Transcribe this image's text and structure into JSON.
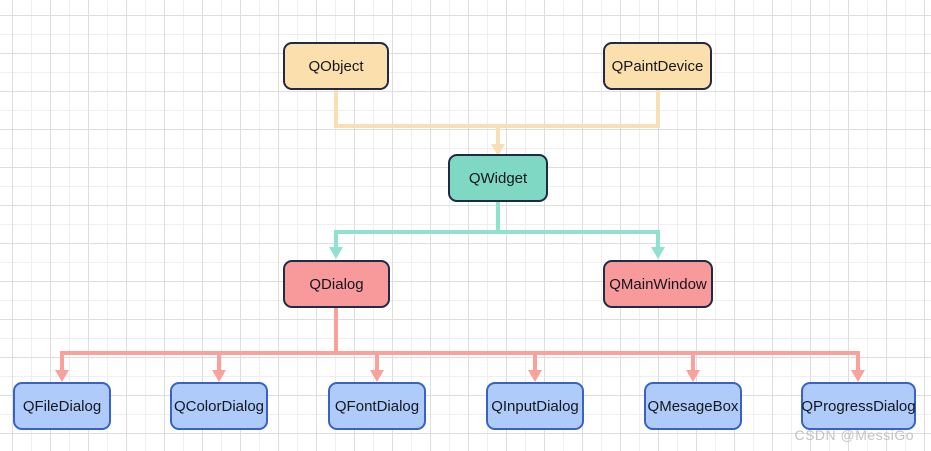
{
  "diagram": {
    "watermark": "CSDN @MessiGo",
    "nodes": {
      "qobject": {
        "label": "QObject"
      },
      "qpaintdevice": {
        "label": "QPaintDevice"
      },
      "qwidget": {
        "label": "QWidget"
      },
      "qdialog": {
        "label": "QDialog"
      },
      "qmainwindow": {
        "label": "QMainWindow"
      },
      "qfiledialog": {
        "label": "QFileDialog"
      },
      "qcolordialog": {
        "label": "QColorDialog"
      },
      "qfontdialog": {
        "label": "QFontDialog"
      },
      "qinputdialog": {
        "label": "QInputDialog"
      },
      "qmesagebox": {
        "label": "QMesageBox"
      },
      "qprogressdialog": {
        "label": "QProgressDialog"
      }
    },
    "edges": [
      {
        "from": "QObject",
        "to": "QWidget"
      },
      {
        "from": "QPaintDevice",
        "to": "QWidget"
      },
      {
        "from": "QWidget",
        "to": "QDialog"
      },
      {
        "from": "QWidget",
        "to": "QMainWindow"
      },
      {
        "from": "QDialog",
        "to": "QFileDialog"
      },
      {
        "from": "QDialog",
        "to": "QColorDialog"
      },
      {
        "from": "QDialog",
        "to": "QFontDialog"
      },
      {
        "from": "QDialog",
        "to": "QInputDialog"
      },
      {
        "from": "QDialog",
        "to": "QMesageBox"
      },
      {
        "from": "QDialog",
        "to": "QProgressDialog"
      }
    ],
    "colors": {
      "node_orange_fill": "#fbdfad",
      "node_teal_fill": "#7fd8c3",
      "node_red_fill": "#f8999c",
      "node_blue_fill": "#aecbfa",
      "node_border_dark": "#1f2a44",
      "node_blue_border": "#3a62c4",
      "connector_orange": "#fadeb4",
      "connector_teal": "#8fe2ce",
      "connector_red": "#f9a19a",
      "grid_minor": "#efefef",
      "grid_major": "#dedede",
      "watermark_gray": "#c3c3c3"
    }
  }
}
